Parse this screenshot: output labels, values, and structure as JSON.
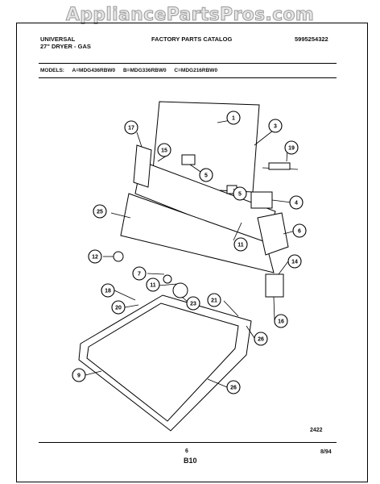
{
  "watermark": "AppliancePartsPros.com",
  "header": {
    "brand": "UNIVERSAL",
    "product": "27\" DRYER - GAS",
    "catalog": "FACTORY PARTS CATALOG",
    "number": "5995254322"
  },
  "models_line": "MODELS:  A=MDG436RBW0  B=MDG336RBW0  C=MDG216RBW0",
  "footer": {
    "code": "2422",
    "page": "6",
    "section": "B10",
    "date": "8/94"
  },
  "callouts": [
    "17",
    "1",
    "3",
    "15",
    "19",
    "5",
    "5",
    "4",
    "25",
    "6",
    "11",
    "12",
    "7",
    "14",
    "11",
    "18",
    "21",
    "20",
    "23",
    "26",
    "16",
    "9",
    "26"
  ]
}
